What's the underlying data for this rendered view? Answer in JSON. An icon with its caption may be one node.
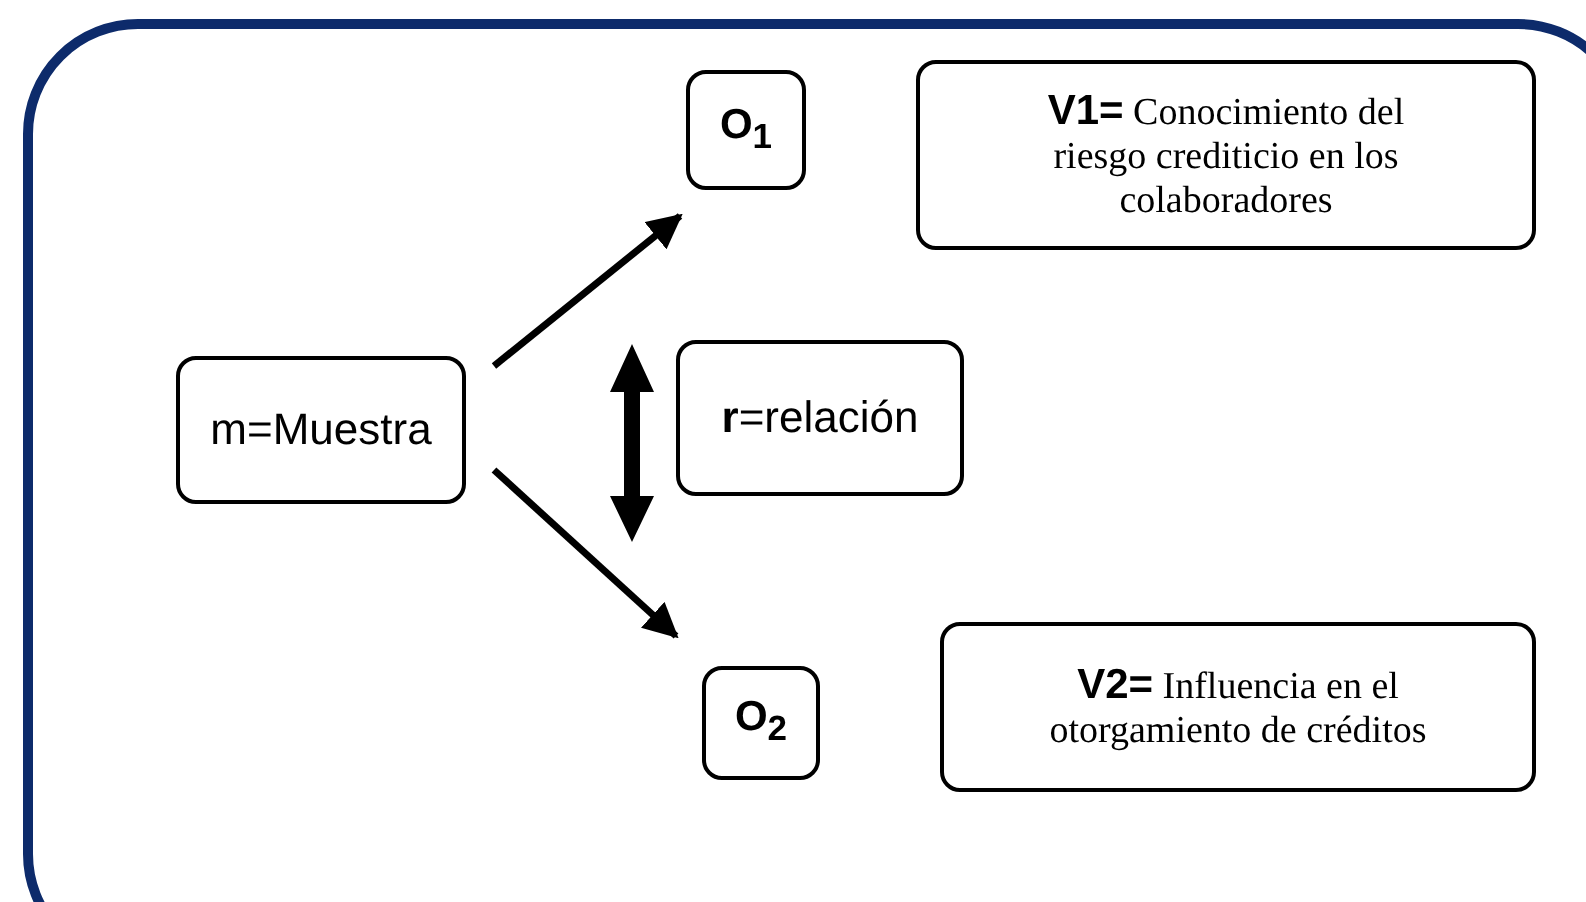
{
  "diagram": {
    "nodes": [
      {
        "text": [
          "m=Muestra"
        ]
      },
      {
        "text": [
          "O$_{1}$"
        ]
      },
      {
        "text": [
          "**V1=** Conocimiento del riesgo crediticio en los colaboradores"
        ]
      },
      {
        "text": [
          "**r**=relación"
        ]
      },
      {
        "text": [
          "O$_{2}$"
        ]
      },
      {
        "text": [
          "**V2=** Influencia en el otorgamiento de créditos"
        ]
      }
    ],
    "edges": [
      {
        "from": 0,
        "to": 1,
        "arrow": "to"
      },
      {
        "from": 0,
        "to": 4,
        "arrow": "to"
      }
    ]
  }
}
